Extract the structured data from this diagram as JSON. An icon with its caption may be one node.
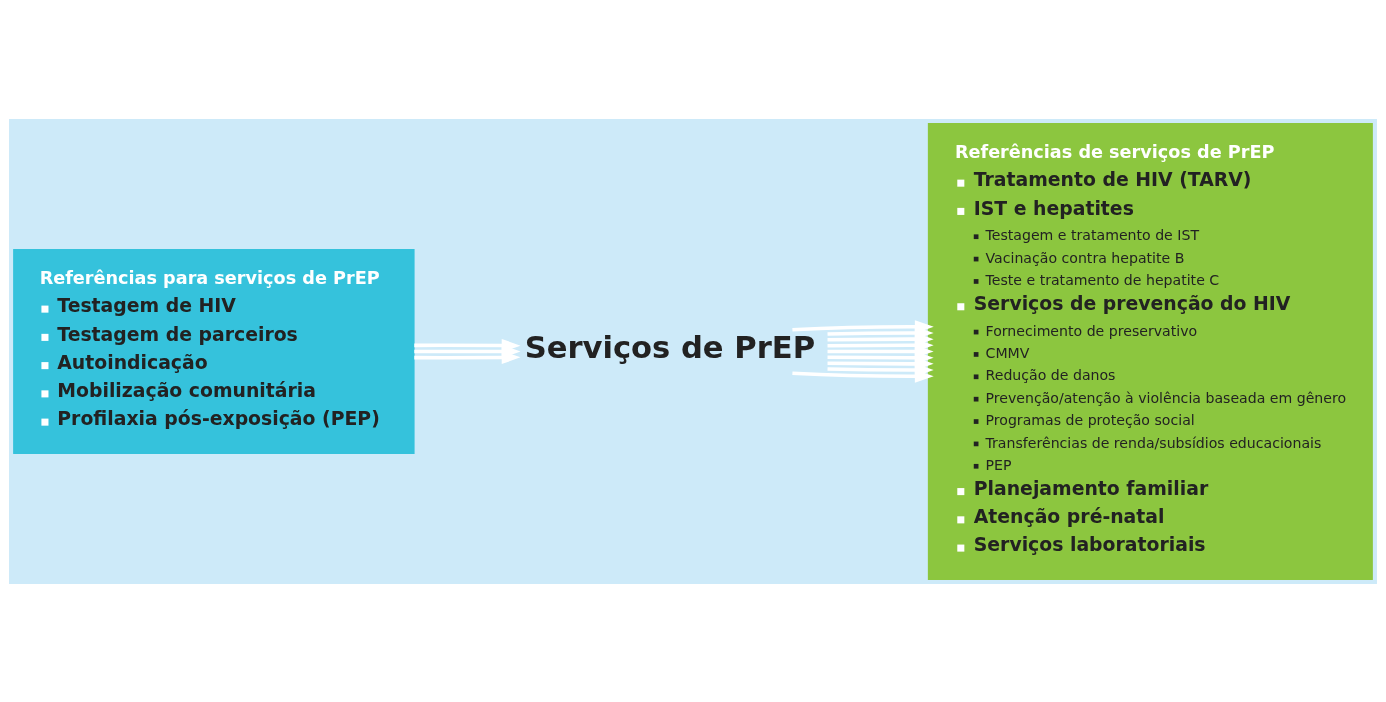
{
  "diagram": {
    "nodes": [
      {
        "text": [
          "Referências para serviços de PrEP",
          "Testagem de HIV",
          "Testagem de parceiros",
          "Autoindicação",
          "Mobilização comunitária",
          "Profilaxia pós-exposição (PEP)"
        ]
      },
      {
        "text": [
          "Serviços de PrEP"
        ]
      },
      {
        "text": [
          "Referências de serviços de PrEP",
          "Tratamento de HIV (TARV)",
          "IST e hepatites",
          "Testagem e tratamento de IST",
          "Vacinação contra hepatite B",
          "Teste e tratamento de hepatite C",
          "Serviços de prevenção do HIV",
          "Fornecimento de preservativo",
          "CMMV",
          "Redução de danos",
          "Prevenção/atenção à violência baseada em gênero",
          "Programas de proteção social",
          "Transferências de renda/subsídios educacionais",
          "PEP",
          "Planejamento familiar",
          "Atenção pré-natal",
          "Serviços laboratoriais"
        ]
      }
    ],
    "edges": [
      {
        "from": 0,
        "to": 1,
        "arrow": "to"
      },
      {
        "from": 0,
        "to": 1,
        "arrow": "to"
      },
      {
        "from": 0,
        "to": 1,
        "arrow": "to"
      },
      {
        "from": 1,
        "to": 2,
        "arrow": "to"
      },
      {
        "from": 1,
        "to": 2,
        "arrow": "to"
      },
      {
        "from": 1,
        "to": 2,
        "arrow": "to"
      },
      {
        "from": 1,
        "to": 2,
        "arrow": "to"
      },
      {
        "from": 1,
        "to": 2,
        "arrow": "to"
      },
      {
        "from": 1,
        "to": 2,
        "arrow": "to"
      },
      {
        "from": 1,
        "to": 2,
        "arrow": "to"
      },
      {
        "from": 1,
        "to": 2,
        "arrow": "to"
      },
      {
        "from": 1,
        "to": 2,
        "arrow": "to"
      }
    ]
  }
}
